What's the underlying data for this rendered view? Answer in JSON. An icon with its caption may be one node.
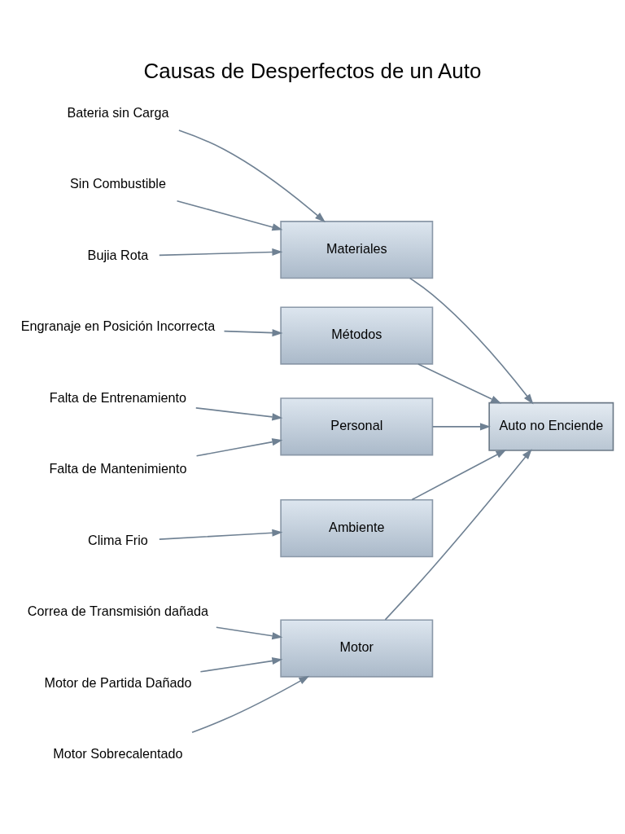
{
  "diagram": {
    "title": "Causas de Desperfectos de un Auto",
    "nodes": [
      {
        "text": [
          "Motor"
        ]
      },
      {
        "text": [
          "Materiales"
        ]
      },
      {
        "text": [
          "Métodos"
        ]
      },
      {
        "text": [
          "Personal"
        ]
      },
      {
        "text": [
          "Ambiente"
        ]
      },
      {
        "text": [
          "Auto no Enciende"
        ]
      },
      {
        "text": [
          "Correa de Transmisión dañada"
        ]
      },
      {
        "text": [
          "Motor de Partida Dañado"
        ]
      },
      {
        "text": [
          "Motor Sobrecalentado"
        ]
      },
      {
        "text": [
          "Engranaje en Posición Incorrecta"
        ]
      },
      {
        "text": [
          "Bateria sin Carga"
        ]
      },
      {
        "text": [
          "Sin Combustible"
        ]
      },
      {
        "text": [
          "Bujia Rota"
        ]
      },
      {
        "text": [
          "Falta de Entrenamiento"
        ]
      },
      {
        "text": [
          "Falta de Mantenimiento"
        ]
      },
      {
        "text": [
          "Clima Frio"
        ]
      }
    ],
    "edges": [
      {
        "from": 0,
        "to": 5,
        "arrow": "to"
      },
      {
        "from": 2,
        "to": 5,
        "arrow": "to"
      },
      {
        "from": 1,
        "to": 5,
        "arrow": "to"
      },
      {
        "from": 3,
        "to": 5,
        "arrow": "to"
      },
      {
        "from": 4,
        "to": 5,
        "arrow": "to"
      },
      {
        "from": 6,
        "to": 0,
        "arrow": "to"
      },
      {
        "from": 7,
        "to": 0,
        "arrow": "to"
      },
      {
        "from": 8,
        "to": 0,
        "arrow": "to"
      },
      {
        "from": 9,
        "to": 2,
        "arrow": "to"
      },
      {
        "from": 10,
        "to": 1,
        "arrow": "to"
      },
      {
        "from": 11,
        "to": 1,
        "arrow": "to"
      },
      {
        "from": 12,
        "to": 1,
        "arrow": "to"
      },
      {
        "from": 13,
        "to": 3,
        "arrow": "to"
      },
      {
        "from": 14,
        "to": 3,
        "arrow": "to"
      },
      {
        "from": 15,
        "to": 4,
        "arrow": "to"
      }
    ]
  }
}
